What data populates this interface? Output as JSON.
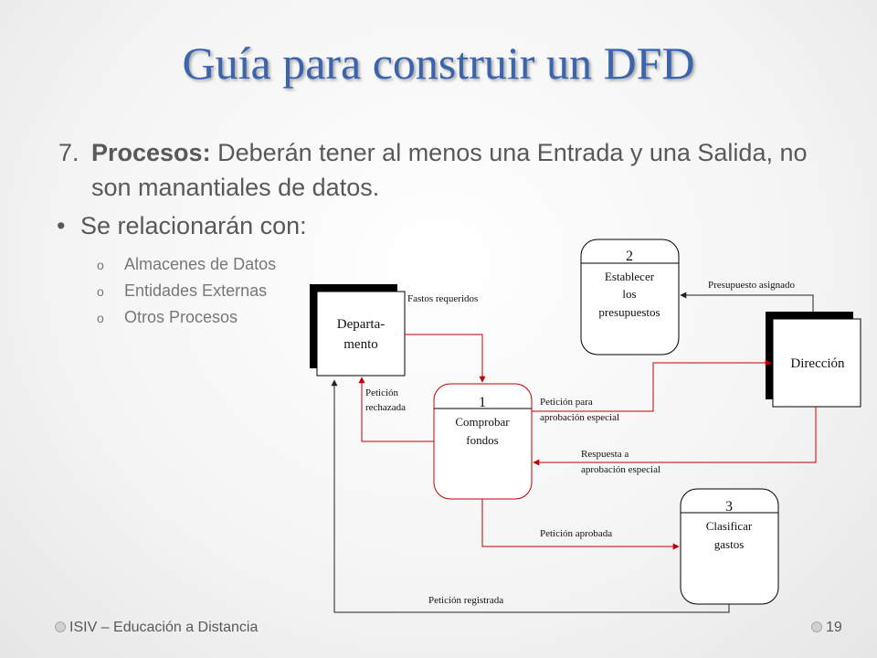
{
  "title": "Guía para construir un DFD",
  "point7": {
    "number": "7.",
    "bold": "Procesos:",
    "text": " Deberán tener al menos una Entrada y una Salida, no son manantiales de datos."
  },
  "bullet": {
    "marker": "•",
    "text": "Se relacionarán con:",
    "subitems": [
      "Almacenes de Datos",
      "Entidades Externas",
      "Otros Procesos"
    ],
    "submarker": "o"
  },
  "diagram": {
    "entities": {
      "departamento": [
        "Departa-",
        "mento"
      ],
      "direccion": "Dirección"
    },
    "processes": {
      "p1": {
        "number": "1",
        "label": [
          "Comprobar",
          "fondos"
        ]
      },
      "p2": {
        "number": "2",
        "label": [
          "Establecer",
          "los",
          "presupuestos"
        ]
      },
      "p3": {
        "number": "3",
        "label": [
          "Clasificar",
          "gastos"
        ]
      }
    },
    "flows": {
      "fastos": "Fastos requeridos",
      "presupuesto": "Presupuesto asignado",
      "rechazada": [
        "Petición",
        "rechazada"
      ],
      "para_aprobacion": [
        "Petición para",
        "aprobación especial"
      ],
      "respuesta": [
        "Respuesta a",
        "aprobación especial"
      ],
      "aprobada": "Petición aprobada",
      "registrada": "Petición registrada"
    },
    "colors": {
      "flow_red": "#c00000",
      "flow_black": "#222222"
    }
  },
  "footer": {
    "left": "ISIV – Educación a Distancia",
    "page": "19"
  }
}
